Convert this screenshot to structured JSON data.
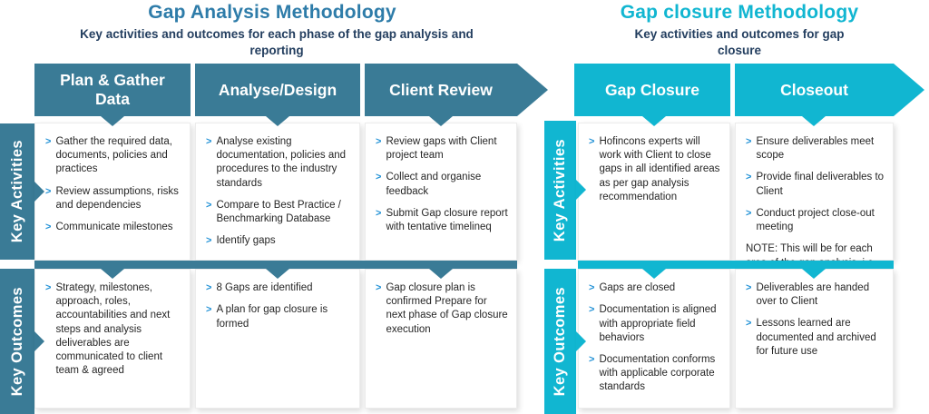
{
  "glyphs": {
    "bullet": ">"
  },
  "colors": {
    "teal_accent": "#3A7B96",
    "cyan_accent": "#11B6D1",
    "left_title": "#2E7CA9",
    "subtitle_navy": "#233E5F",
    "bullet_blue": "#2191D6"
  },
  "left": {
    "title": "Gap Analysis Methodology",
    "subtitle": "Key activities and outcomes for each phase of the gap analysis and reporting",
    "phases": [
      "Plan & Gather Data",
      "Analyse/Design",
      "Client Review"
    ],
    "row_labels": [
      "Key Activities",
      "Key Outcomes"
    ],
    "activities": [
      [
        "Gather the required data, documents, policies and practices",
        "Review assumptions, risks and dependencies",
        "Communicate milestones"
      ],
      [
        "Analyse existing documentation, policies and procedures to the industry standards",
        "Compare to Best Practice / Benchmarking Database",
        "Identify gaps"
      ],
      [
        "Review gaps with Client project team",
        "Collect and organise feedback",
        "Submit Gap closure report with tentative timelineq"
      ]
    ],
    "outcomes": [
      [
        "Strategy, milestones, approach, roles, accountabilities and next steps and analysis deliverables are communicated to client team & agreed"
      ],
      [
        "8 Gaps are identified",
        "A plan for gap closure is formed"
      ],
      [
        "Gap closure plan is confirmed Prepare for next phase of Gap closure execution"
      ]
    ]
  },
  "right": {
    "title": "Gap closure Methodology",
    "subtitle": "Key activities and outcomes for gap closure",
    "phases": [
      "Gap Closure",
      "Closeout"
    ],
    "row_labels": [
      "Key Activities",
      "Key Outcomes"
    ],
    "activities": [
      [
        "Hofincons experts will work with Client to close gaps in all identified areas as per gap analysis recommendation"
      ],
      [
        "Ensure deliverables meet scope",
        "Provide final deliverables to Client",
        "Conduct project close-out meeting"
      ]
    ],
    "closeout_note": "NOTE: This will be for each area of the gap analysis, i.e. CMMS, BOM, etc for a more defined delivery",
    "outcomes": [
      [
        "Gaps are closed",
        "Documentation is aligned with appropriate field behaviors",
        "Documentation conforms with applicable corporate standards"
      ],
      [
        "Deliverables are handed over to Client",
        "Lessons learned are documented and archived for future use"
      ]
    ]
  }
}
